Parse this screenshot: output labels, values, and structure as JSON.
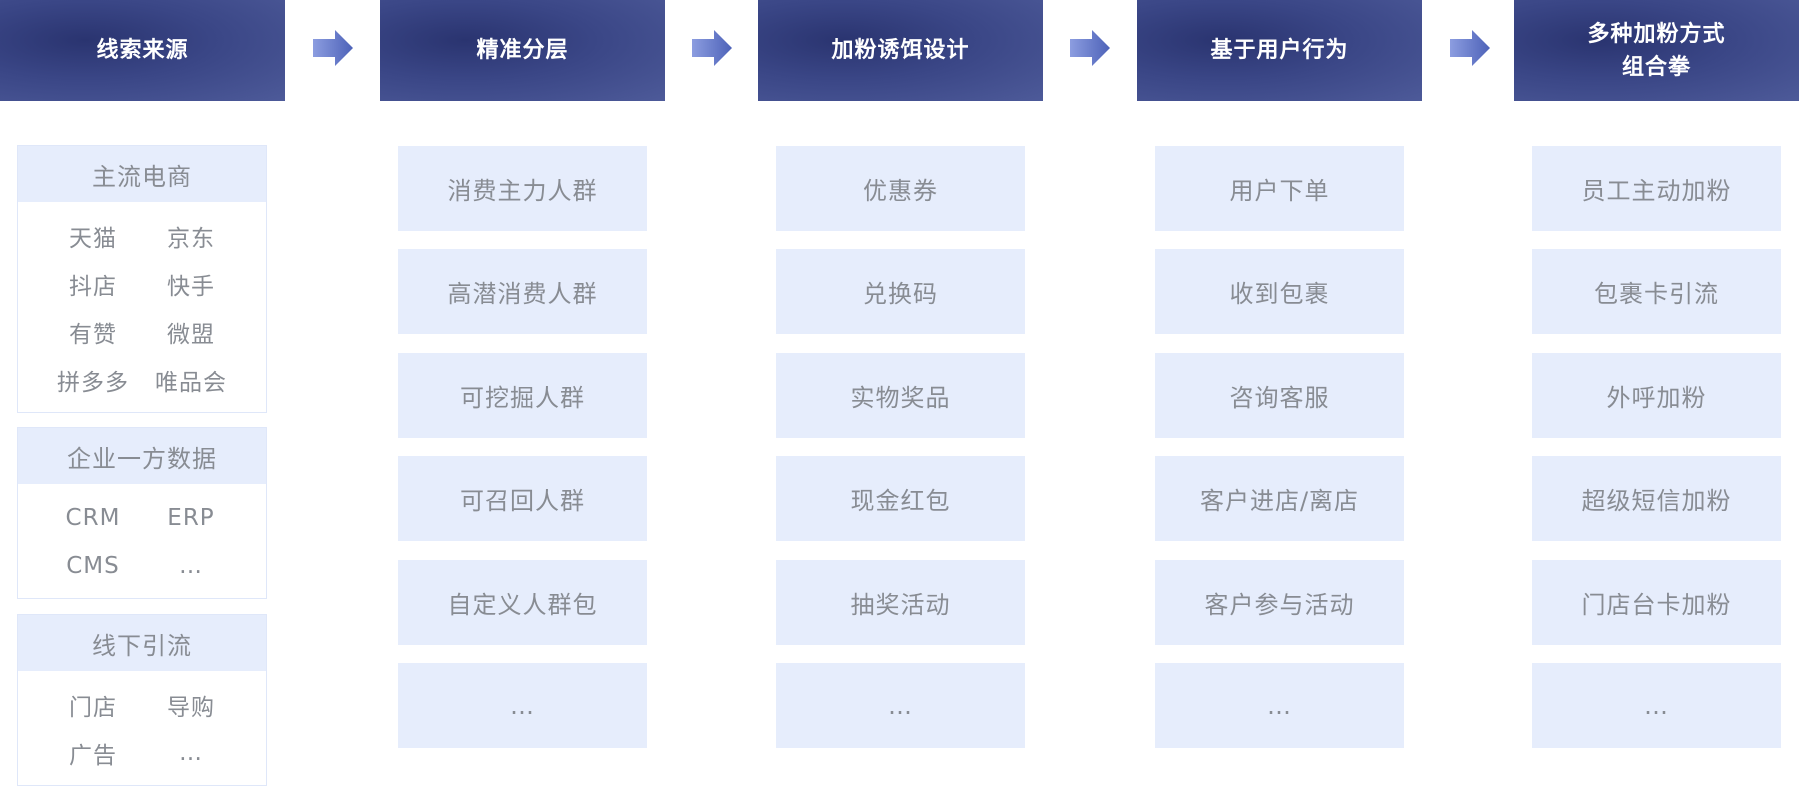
{
  "headers": [
    {
      "line1": "线索来源",
      "line2": ""
    },
    {
      "line1": "精准分层",
      "line2": ""
    },
    {
      "line1": "加粉诱饵设计",
      "line2": ""
    },
    {
      "line1": "基于用户行为",
      "line2": ""
    },
    {
      "line1": "多种加粉方式",
      "line2": "组合拳"
    }
  ],
  "sources": {
    "groups": [
      {
        "title": "主流电商",
        "items": [
          "天猫",
          "京东",
          "抖店",
          "快手",
          "有赞",
          "微盟",
          "拼多多",
          "唯品会"
        ]
      },
      {
        "title": "企业一方数据",
        "items": [
          "CRM",
          "ERP",
          "CMS",
          "…"
        ]
      },
      {
        "title": "线下引流",
        "items": [
          "门店",
          "导购",
          "广告",
          "…"
        ]
      }
    ]
  },
  "columns": [
    {
      "items": [
        "消费主力人群",
        "高潜消费人群",
        "可挖掘人群",
        "可召回人群",
        "自定义人群包",
        "…"
      ]
    },
    {
      "items": [
        "优惠券",
        "兑换码",
        "实物奖品",
        "现金红包",
        "抽奖活动",
        "…"
      ]
    },
    {
      "items": [
        "用户下单",
        "收到包裹",
        "咨询客服",
        "客户进店/离店",
        "客户参与活动",
        "…"
      ]
    },
    {
      "items": [
        "员工主动加粉",
        "包裹卡引流",
        "外呼加粉",
        "超级短信加粉",
        "门店台卡加粉",
        "…"
      ]
    }
  ],
  "colors": {
    "header": "#3a4686",
    "arrow": "#5f73c6",
    "box": "#e6edfc",
    "text": "#888c93"
  }
}
